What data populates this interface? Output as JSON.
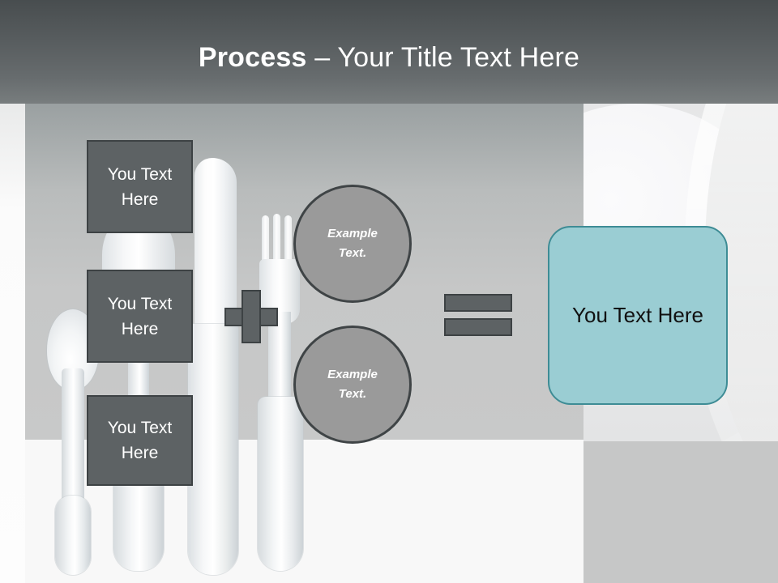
{
  "slide": {
    "title_bold": "Process",
    "title_rest": " – Your Title Text Here"
  },
  "shapes": {
    "step_boxes": [
      {
        "name": "step-box-1",
        "text": "You Text\nHere"
      },
      {
        "name": "step-box-2",
        "text": "You Text\nHere"
      },
      {
        "name": "step-box-3",
        "text": "You Text\nHere"
      }
    ],
    "circles": [
      {
        "name": "example-circle-1",
        "text": "Example\nText."
      },
      {
        "name": "example-circle-2",
        "text": "Example\nText."
      }
    ],
    "result_box": {
      "text": "You Text Here"
    },
    "operators": {
      "plus": "+",
      "equals": "="
    }
  },
  "colors": {
    "header_dark": "#484d4f",
    "header_light": "#787d7e",
    "box_fill": "#5d6264",
    "box_border": "#3d4244",
    "circle_fill": "#9a9a9a",
    "circle_border": "#3f4446",
    "teal_fill": "#9acdd3",
    "teal_border": "#3e8c95",
    "table_gray": "#c6c7c7",
    "surface_light": "#f8f8f8"
  },
  "icons": {
    "spoon": "spoon-icon",
    "small_fork": "small-fork-icon",
    "knife": "knife-icon",
    "fork": "fork-icon",
    "plate": "plate-icon",
    "plus": "plus-icon",
    "equals": "equals-icon"
  }
}
